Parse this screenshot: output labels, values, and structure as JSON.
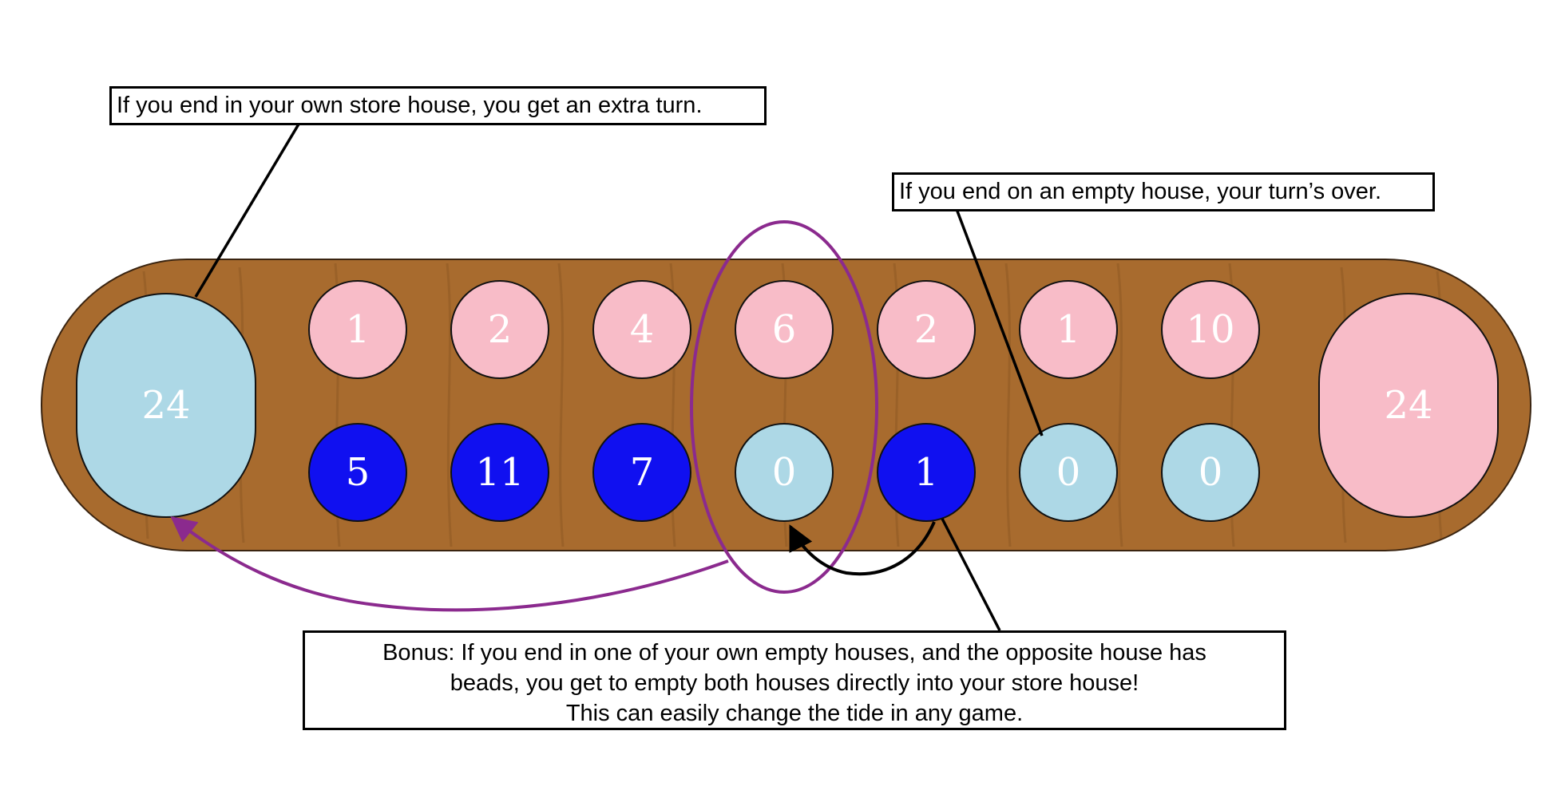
{
  "colors": {
    "board": "#a86b2e",
    "board_grain": "#8e5a24",
    "opponent_pit": "#f8bcc8",
    "player_pit": "#1010f0",
    "empty_pit": "#add8e6",
    "player_store": "#add8e6",
    "opponent_store": "#f8bcc8",
    "highlight": "#8b2a8e",
    "pointer": "#000000"
  },
  "stores": {
    "left": "24",
    "right": "24"
  },
  "top_row": [
    "1",
    "2",
    "4",
    "6",
    "2",
    "1",
    "10"
  ],
  "bottom_row": [
    "5",
    "11",
    "7",
    "0",
    "1",
    "0",
    "0"
  ],
  "callouts": {
    "extra_turn": "If you end in your own store house, you get an extra turn.",
    "turn_over": "If you end on an empty house, your turn’s over.",
    "bonus": [
      "Bonus: If you end in one of your own empty houses, and the opposite house has",
      "beads, you get to empty both houses directly into your store house!",
      "This can easily change the tide in any game."
    ]
  }
}
